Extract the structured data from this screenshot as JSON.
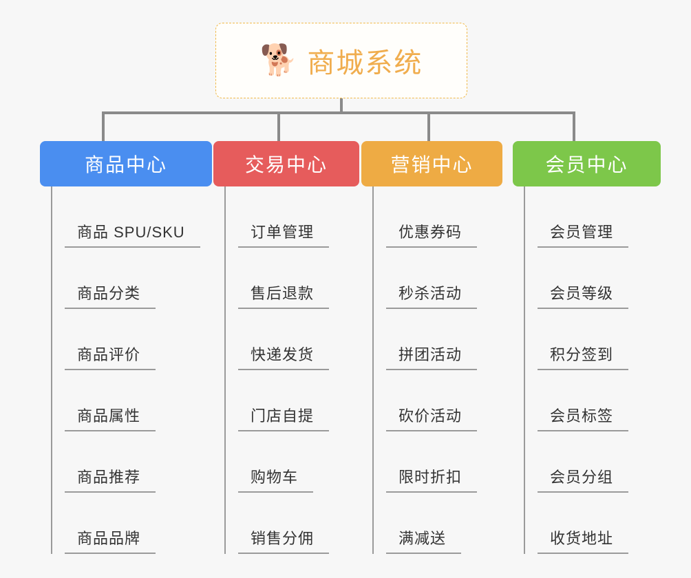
{
  "page": {
    "background_color": "#f7f7f7",
    "title": "商城系统"
  },
  "root": {
    "icon": "shiba-dog-face-icon",
    "icon_glyph": "🐕",
    "label": "商城系统",
    "accent_color": "#f0ad4e",
    "border_style": "dashed"
  },
  "connector_color": "#8a8a8a",
  "categories": [
    {
      "label": "商品中心",
      "color": "#4a8ef0",
      "items": [
        {
          "label": "商品 SPU/SKU"
        },
        {
          "label": "商品分类"
        },
        {
          "label": "商品评价"
        },
        {
          "label": "商品属性"
        },
        {
          "label": "商品推荐"
        },
        {
          "label": "商品品牌"
        }
      ]
    },
    {
      "label": "交易中心",
      "color": "#e65c5c",
      "items": [
        {
          "label": "订单管理"
        },
        {
          "label": "售后退款"
        },
        {
          "label": "快递发货"
        },
        {
          "label": "门店自提"
        },
        {
          "label": "购物车"
        },
        {
          "label": "销售分佣"
        }
      ]
    },
    {
      "label": "营销中心",
      "color": "#eeab44",
      "items": [
        {
          "label": "优惠券码"
        },
        {
          "label": "秒杀活动"
        },
        {
          "label": "拼团活动"
        },
        {
          "label": "砍价活动"
        },
        {
          "label": "限时折扣"
        },
        {
          "label": "满减送"
        }
      ]
    },
    {
      "label": "会员中心",
      "color": "#7dc74a",
      "items": [
        {
          "label": "会员管理"
        },
        {
          "label": "会员等级"
        },
        {
          "label": "积分签到"
        },
        {
          "label": "会员标签"
        },
        {
          "label": "会员分组"
        },
        {
          "label": "收货地址"
        }
      ]
    }
  ]
}
